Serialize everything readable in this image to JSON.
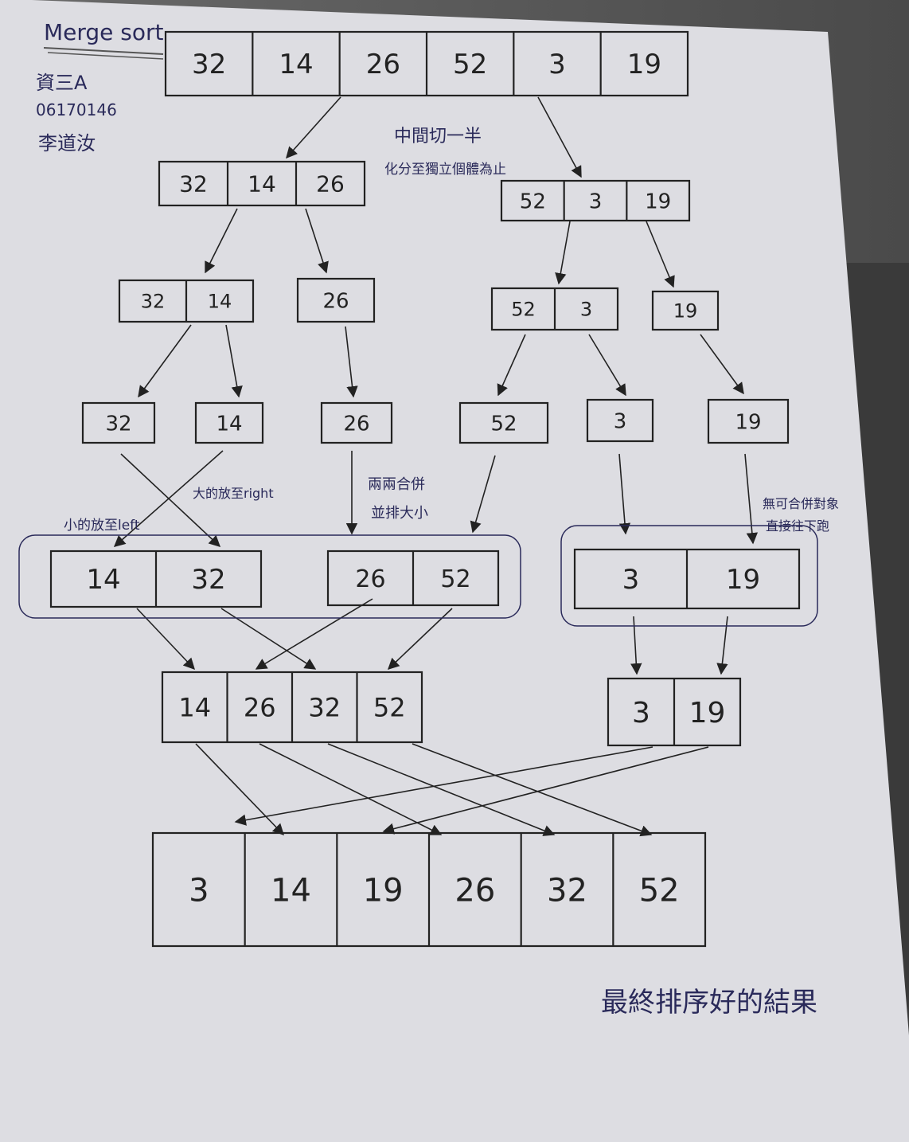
{
  "header": {
    "title": "Merge sort",
    "class_line": "資三A",
    "student_id": "06170146",
    "student_name": "李道汝"
  },
  "notes": {
    "split_1": "中間切一半",
    "split_2": "化分至獨立個體為止",
    "right_label": "大的放至right",
    "left_label": "小的放至left",
    "merge_1": "兩兩合併",
    "merge_2": "並排大小",
    "carry_1": "無可合併對象",
    "carry_2": "直接往下跑",
    "result": "最終排序好的結果"
  },
  "levels": {
    "level0": [
      "32",
      "14",
      "26",
      "52",
      "3",
      "19"
    ],
    "level1_left": [
      "32",
      "14",
      "26"
    ],
    "level1_right": [
      "52",
      "3",
      "19"
    ],
    "level2_a": [
      "32",
      "14"
    ],
    "level2_b": [
      "26"
    ],
    "level2_c": [
      "52",
      "3"
    ],
    "level2_d": [
      "19"
    ],
    "level3": [
      "32",
      "14",
      "26",
      "52",
      "3",
      "19"
    ],
    "merge1_a": [
      "14",
      "32"
    ],
    "merge1_b": [
      "26",
      "52"
    ],
    "merge1_c": [
      "3",
      "19"
    ],
    "merge2_left": [
      "14",
      "26",
      "32",
      "52"
    ],
    "merge2_right": [
      "3",
      "19"
    ],
    "final": [
      "3",
      "14",
      "19",
      "26",
      "32",
      "52"
    ]
  }
}
